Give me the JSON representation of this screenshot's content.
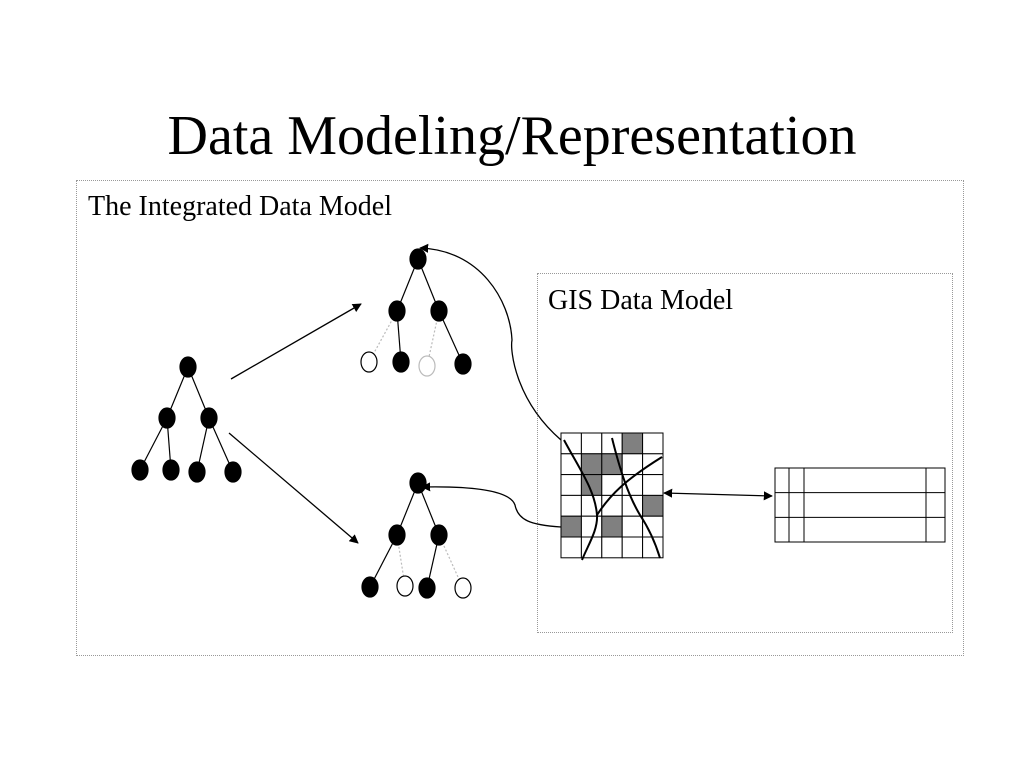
{
  "slide": {
    "title": "Data Modeling/Representation"
  },
  "diagram": {
    "outer_label": "The Integrated Data Model",
    "inner_label": "GIS Data Model",
    "colors": {
      "node_fill": "#000000",
      "empty_node_fill": "#ffffff",
      "raster_cell_shaded": "#808080",
      "line": "#000000",
      "box_border": "#999999"
    },
    "raster": {
      "rows": 6,
      "cols": 5,
      "shaded_cells": [
        [
          0,
          3
        ],
        [
          1,
          1
        ],
        [
          1,
          2
        ],
        [
          2,
          1
        ],
        [
          3,
          4
        ],
        [
          4,
          0
        ],
        [
          4,
          2
        ]
      ]
    },
    "attribute_table": {
      "rows": 3,
      "cols": 4
    }
  }
}
